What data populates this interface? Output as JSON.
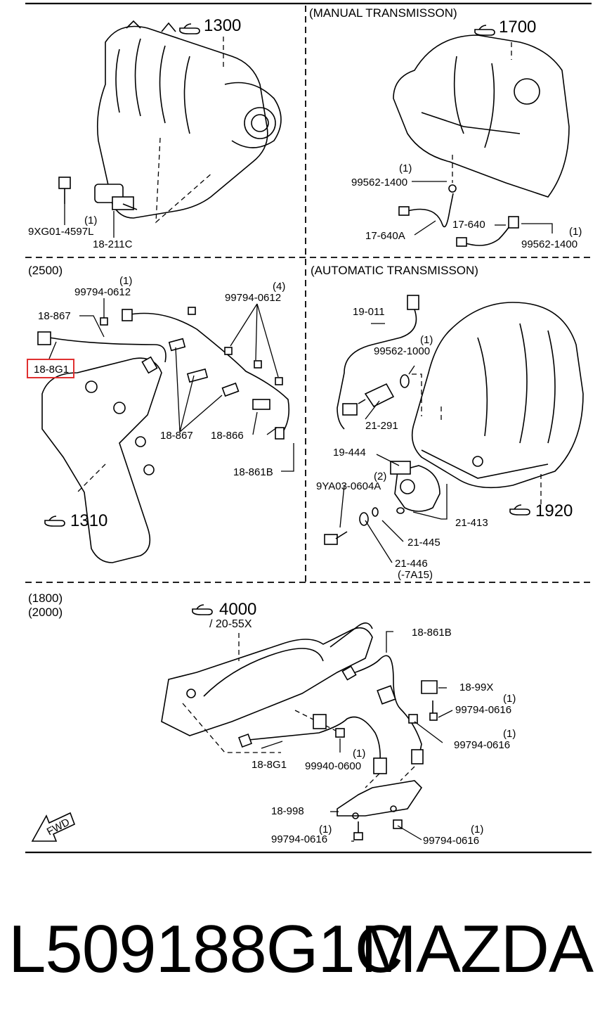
{
  "sections": {
    "manual": "(MANUAL TRANSMISSON)",
    "v2500": "(2500)",
    "automatic": "(AUTOMATIC TRANSMISSON)",
    "v1800": "(1800)",
    "v2000": "(2000)"
  },
  "refs": {
    "r1300": "1300",
    "r1700": "1700",
    "r1310": "1310",
    "r1920": "1920",
    "r4000": "4000",
    "r4000_sub": "/ 20-55X"
  },
  "labels": {
    "s1": {
      "qty1": "(1)",
      "bolt": "9XG01-4597L",
      "sensor": "18-211C"
    },
    "s2": {
      "qty_a": "(1)",
      "part_a": "99562-1400",
      "part_b": "17-640A",
      "part_c": "17-640",
      "qty_d": "(1)",
      "part_d": "99562-1400"
    },
    "s3": {
      "qty_a": "(1)",
      "part_a": "99794-0612",
      "qty_b": "(4)",
      "part_b": "99794-0612",
      "part_c": "18-867",
      "part_d": "18-8G1",
      "part_e": "18-867",
      "part_f": "18-866",
      "part_g": "18-861B"
    },
    "s4": {
      "part_a": "19-011",
      "qty_b": "(1)",
      "part_b": "99562-1000",
      "part_c": "21-291",
      "part_d": "19-444",
      "qty_e": "(2)",
      "part_e": "9YA03-0604A",
      "part_f": "21-413",
      "part_g": "21-445",
      "part_h": "21-446",
      "part_h_sub": "(-7A15)"
    },
    "s5": {
      "part_a": "18-861B",
      "part_b": "18-99X",
      "qty_c": "(1)",
      "part_c": "99794-0616",
      "qty_d": "(1)",
      "part_d": "99794-0616",
      "part_e": "18-8G1",
      "qty_f": "(1)",
      "part_f": "99940-0600",
      "part_g": "18-998",
      "qty_h": "(1)",
      "part_h": "99794-0616",
      "qty_i": "(1)",
      "part_i": "99794-0616",
      "fwd": "FWD"
    }
  },
  "footer": {
    "part_number": "L509188G1C",
    "brand": "MAZDA"
  },
  "highlight_color": "#e03030"
}
